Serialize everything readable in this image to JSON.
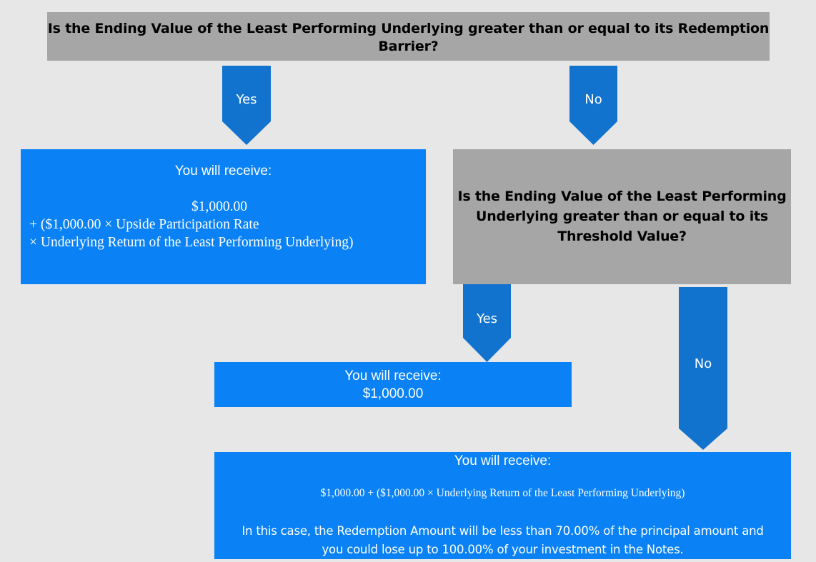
{
  "top_question": {
    "line1": "Is the Ending Value of the Least Performing Underlying greater than or equal to its Redemption",
    "line2": "Barrier?"
  },
  "second_question": {
    "line1": "Is the Ending Value of the Least Performing",
    "line2": "Underlying greater than or equal to its",
    "line3": "Threshold Value?"
  },
  "arrows": {
    "yes_top": "Yes",
    "no_top": "No",
    "yes_second": "Yes",
    "no_second": "No"
  },
  "outcome_yes": {
    "header": "You will receive:",
    "formula_line1": "$1,000.00",
    "formula_line2": "+ ($1,000.00 × Upside Participation Rate",
    "formula_line3": "× Underlying Return of the Least Performing Underlying)"
  },
  "outcome_threshold": {
    "line1": "You will receive:",
    "line2": "$1,000.00"
  },
  "outcome_loss": {
    "header": "You will receive:",
    "formula": "$1,000.00 + ($1,000.00 × Underlying Return of the Least Performing Underlying)",
    "note_line1": "In this case, the Redemption Amount will be less than 70.00% of the principal amount and",
    "note_line2": "you could lose up to 100.00% of your investment in the Notes."
  },
  "colors": {
    "background": "#e7e7e8",
    "question_box": "#a6a6a6",
    "outcome_box": "#0a82f5",
    "arrow": "#1273cf"
  }
}
